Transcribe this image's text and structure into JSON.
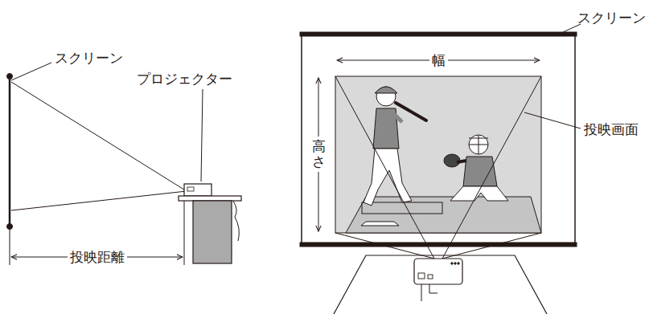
{
  "diagram": {
    "labels": [
      "スクリーン",
      "プロジェクター",
      "投映距離",
      "幅",
      "スクリーン",
      "高さ",
      "投映画面"
    ]
  }
}
